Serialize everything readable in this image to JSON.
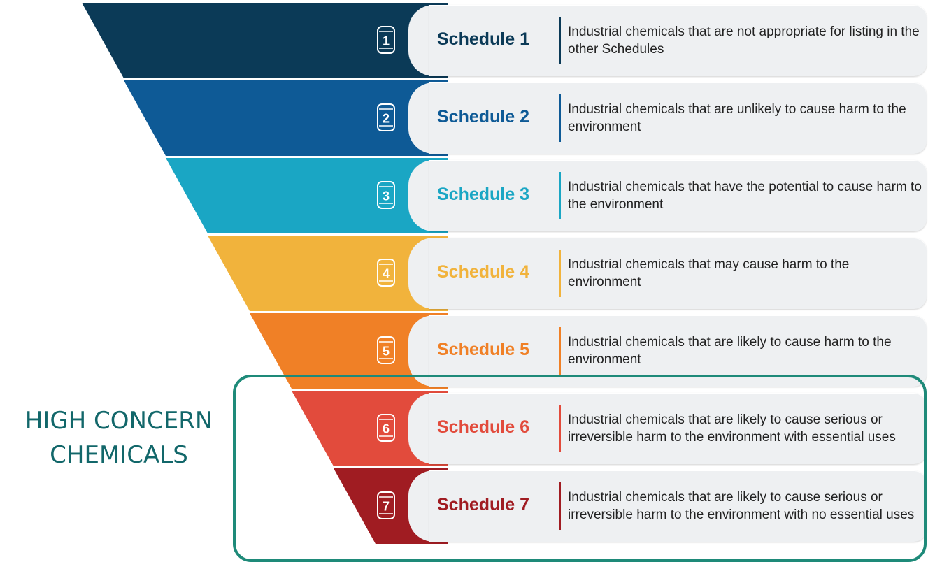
{
  "schedules": [
    {
      "number": "1",
      "label": "Schedule 1",
      "description": "Industrial chemicals that are not appropriate for listing in the other Schedules",
      "color": "#0b3a57"
    },
    {
      "number": "2",
      "label": "Schedule 2",
      "description": "Industrial chemicals that are unlikely to cause harm to the environment",
      "color": "#0e5a96"
    },
    {
      "number": "3",
      "label": "Schedule 3",
      "description": "Industrial chemicals that have the potential to cause harm to the environment",
      "color": "#1aa6c4"
    },
    {
      "number": "4",
      "label": "Schedule 4",
      "description": "Industrial chemicals that may cause harm to the environment",
      "color": "#f1b33c"
    },
    {
      "number": "5",
      "label": "Schedule 5",
      "description": "Industrial chemicals that are likely to cause harm to the environment",
      "color": "#f08026"
    },
    {
      "number": "6",
      "label": "Schedule 6",
      "description": "Industrial chemicals that are likely to cause serious or irreversible harm to the environment with essential uses",
      "color": "#e24b3c"
    },
    {
      "number": "7",
      "label": "Schedule 7",
      "description": "Industrial chemicals that are likely to cause serious or irreversible harm to the environment with no essential uses",
      "color": "#a01c22"
    }
  ],
  "high_concern": {
    "label_line1": "HIGH CONCERN",
    "label_line2": "CHEMICALS",
    "color": "#1e8a79"
  }
}
